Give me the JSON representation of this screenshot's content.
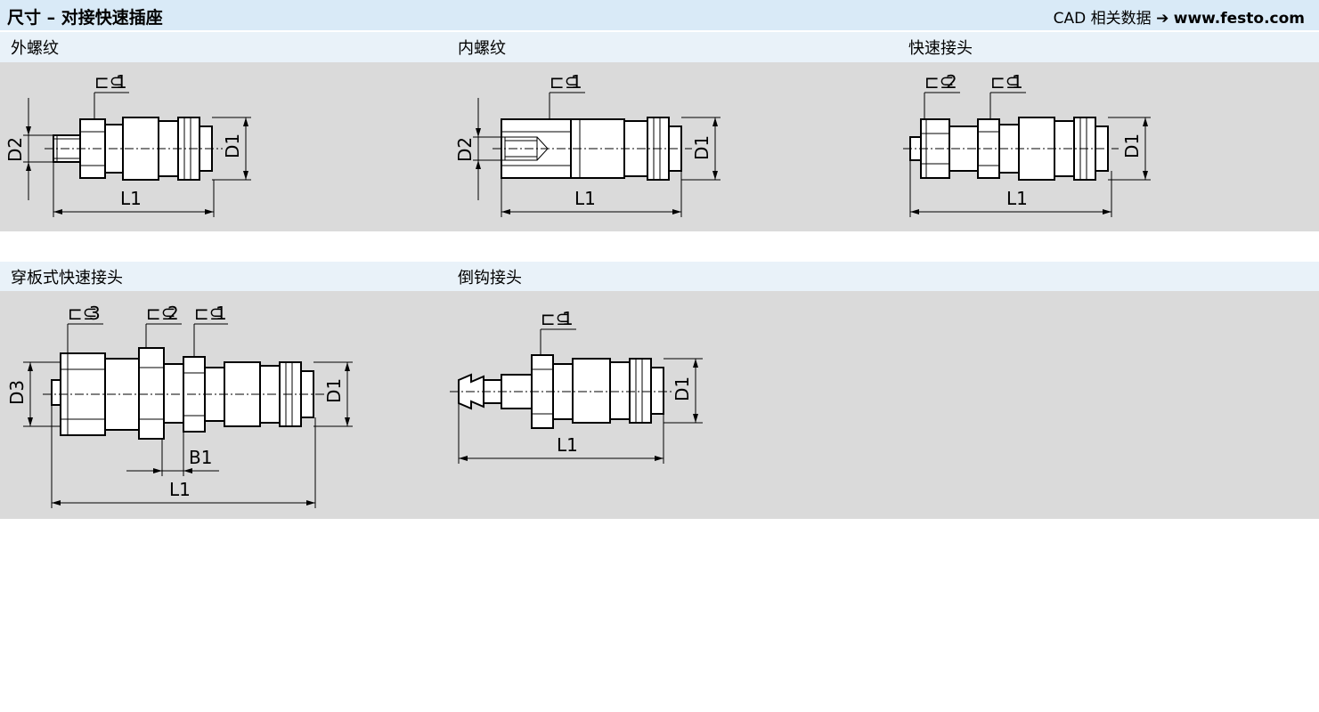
{
  "header": {
    "title": "尺寸 – 对接快速插座",
    "cad_label": "CAD 相关数据",
    "arrow": "➔",
    "url": "www.festo.com"
  },
  "sections": [
    {
      "label": "外螺纹"
    },
    {
      "label": "内螺纹"
    },
    {
      "label": "快速接头"
    },
    {
      "label": "穿板式快速接头"
    },
    {
      "label": "倒钩接头"
    }
  ],
  "dims": {
    "D1": "D1",
    "D2": "D2",
    "D3": "D3",
    "L1": "L1",
    "B1": "B1",
    "wrench1": "1",
    "wrench2": "2",
    "wrench3": "3"
  },
  "colors": {
    "header_bg": "#d9eaf7",
    "band_bg": "#e9f2f9",
    "drawing_bg": "#dadada"
  }
}
